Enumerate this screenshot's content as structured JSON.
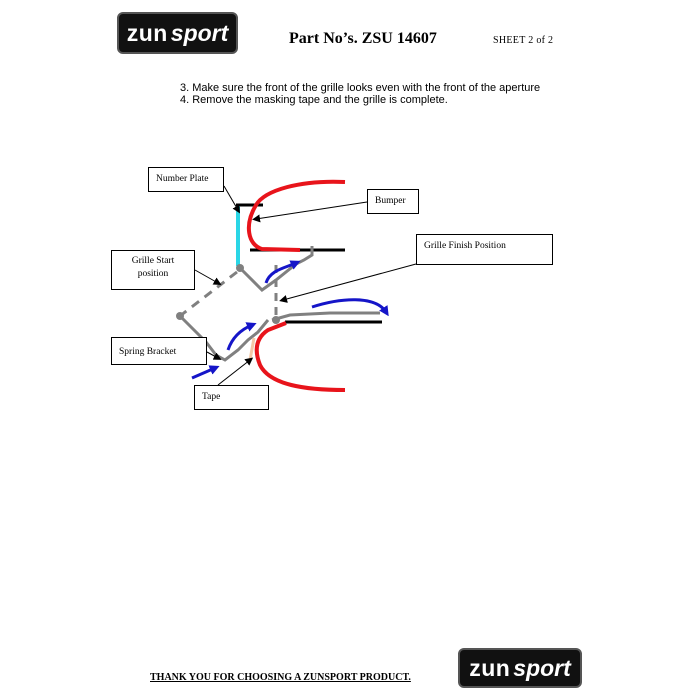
{
  "header": {
    "logo_brand_a": "zun",
    "logo_brand_b": "sport",
    "part_title": "Part No’s. ZSU 14607",
    "sheet": "SHEET 2 of 2"
  },
  "instructions": [
    "3.  Make sure the front of the grille looks even with the front of the aperture",
    "4.  Remove the masking tape and the grille is complete."
  ],
  "diagram": {
    "labels": {
      "number_plate": "Number Plate",
      "bumper": "Bumper",
      "grille_finish": "Grille Finish Position",
      "grille_start": "Grille Start position",
      "spring_bracket": "Spring Bracket",
      "tape": "Tape"
    },
    "colors": {
      "bumper": "#e8141b",
      "grille": "#808080",
      "arrow": "#1515c8",
      "number_plate": "#2ad6e6",
      "tape": "#f4c9a8",
      "outline": "#000000"
    }
  },
  "footer": {
    "thanks": "THANK YOU FOR CHOOSING A ZUNSPORT PRODUCT.",
    "logo_brand_a": "zun",
    "logo_brand_b": "sport"
  }
}
